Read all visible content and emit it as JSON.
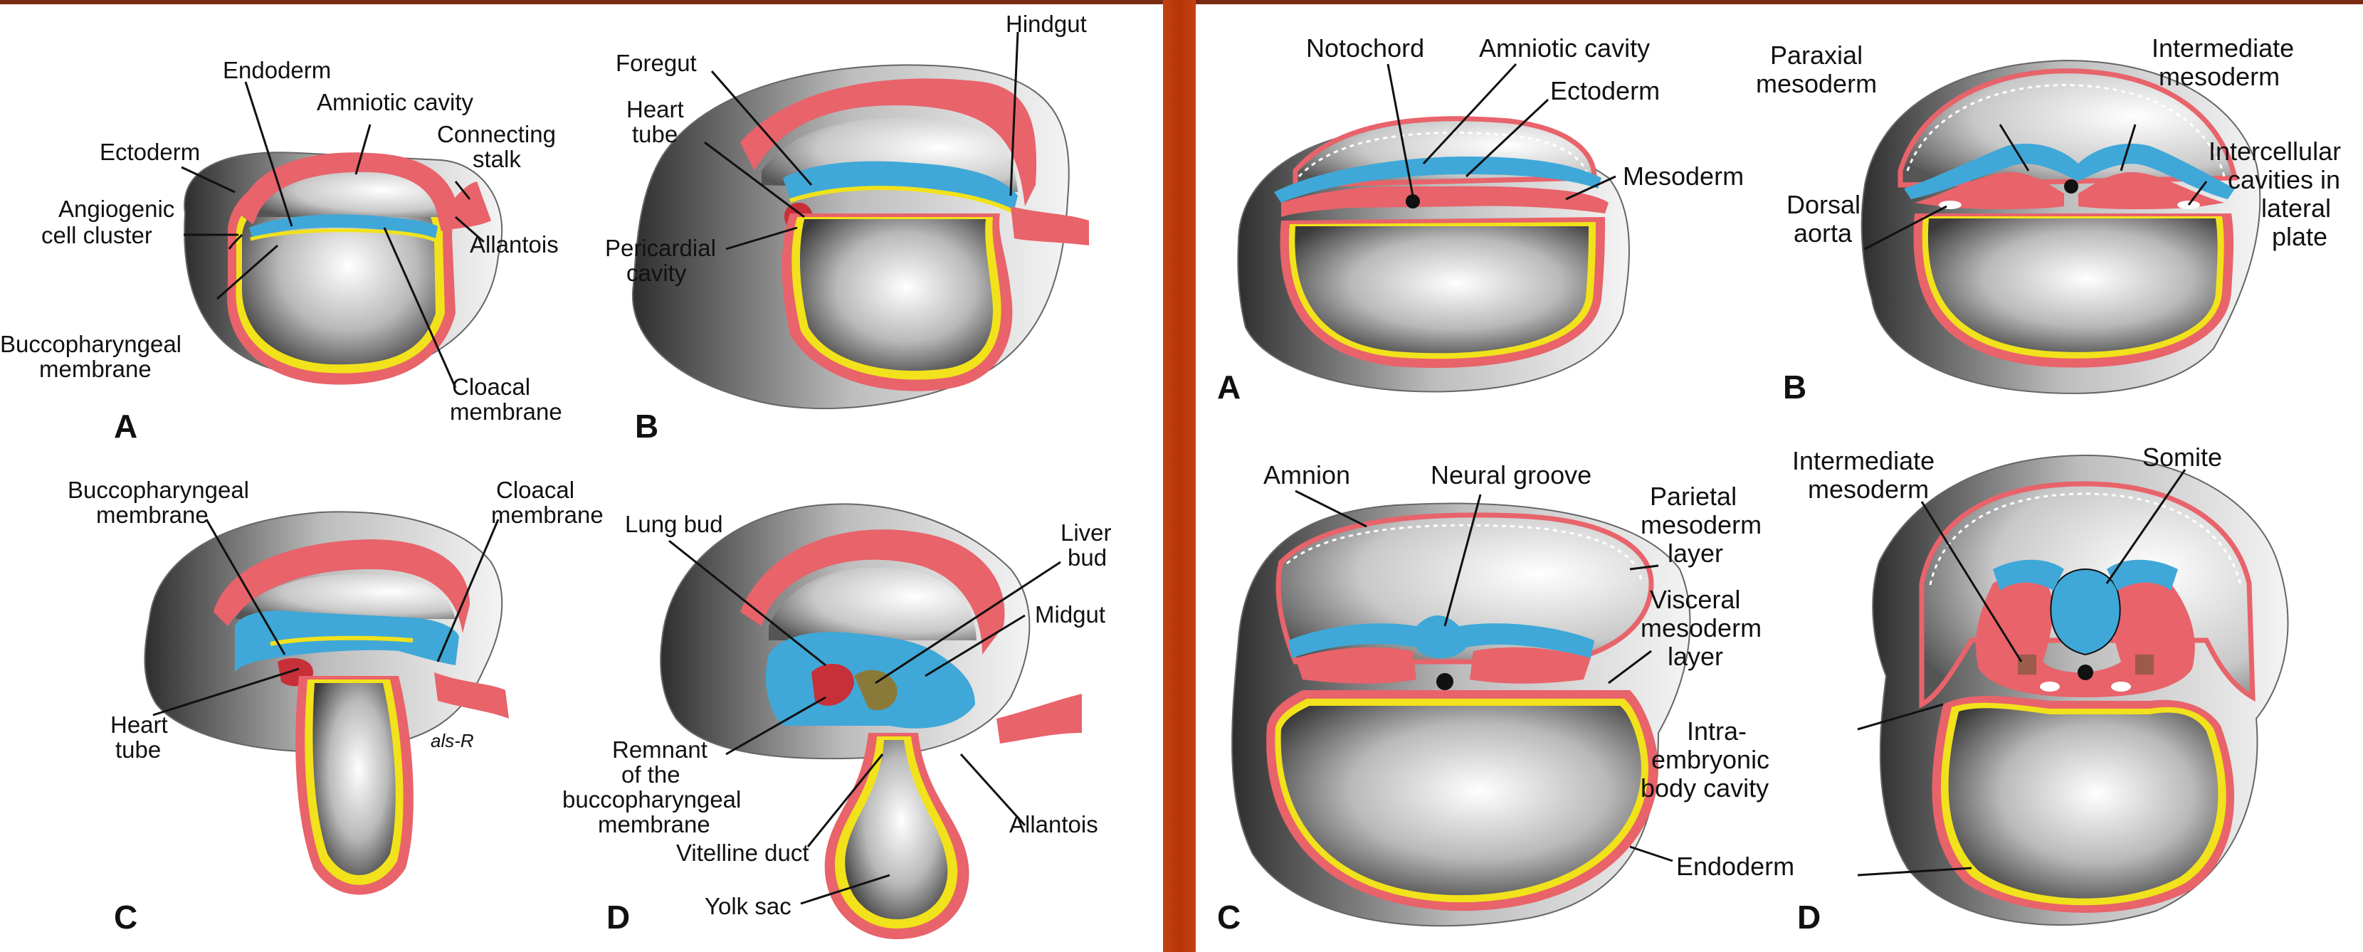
{
  "left": {
    "A": {
      "letter": "A",
      "endoderm": "Endoderm",
      "amniotic_cavity": "Amniotic cavity",
      "ectoderm": "Ectoderm",
      "connecting": "Connecting",
      "stalk": "stalk",
      "angiogenic": "Angiogenic",
      "cell_cluster": "cell cluster",
      "allantois": "Allantois",
      "buccopharyngeal": "Buccopharyngeal",
      "membrane": "membrane",
      "cloacal": "Cloacal",
      "cloacal_membrane": "membrane"
    },
    "B": {
      "letter": "B",
      "hindgut": "Hindgut",
      "foregut": "Foregut",
      "heart": "Heart",
      "tube": "tube",
      "pericardial": "Pericardial",
      "cavity": "cavity"
    },
    "C": {
      "letter": "C",
      "buccopharyngeal": "Buccopharyngeal",
      "membrane": "membrane",
      "cloacal": "Cloacal",
      "cloacal_membrane": "membrane",
      "heart": "Heart",
      "tube": "tube",
      "signature": "als-R"
    },
    "D": {
      "letter": "D",
      "lung_bud": "Lung bud",
      "liver": "Liver",
      "bud": "bud",
      "midgut": "Midgut",
      "remnant": "Remnant",
      "of_the": "of the",
      "buccopharyngeal": "buccopharyngeal",
      "membrane": "membrane",
      "allantois": "Allantois",
      "vitelline_duct": "Vitelline duct",
      "yolk_sac": "Yolk sac"
    }
  },
  "right": {
    "A": {
      "letter": "A",
      "notochord": "Notochord",
      "amniotic_cavity": "Amniotic cavity",
      "ectoderm": "Ectoderm",
      "mesoderm": "Mesoderm"
    },
    "B": {
      "letter": "B",
      "paraxial": "Paraxial",
      "mesoderm_p": "mesoderm",
      "intermediate": "Intermediate",
      "mesoderm_i": "mesoderm",
      "intercellular": "Intercellular",
      "cavities_in": "cavities in",
      "lateral": "lateral",
      "plate": "plate",
      "dorsal": "Dorsal",
      "aorta": "aorta"
    },
    "C": {
      "letter": "C",
      "amnion": "Amnion",
      "neural_groove": "Neural groove",
      "parietal": "Parietal",
      "mesoderm_par": "mesoderm",
      "layer_par": "layer",
      "visceral": "Visceral",
      "mesoderm_vis": "mesoderm",
      "layer_vis": "layer",
      "intra": "Intra-",
      "embryonic": "embryonic",
      "body_cavity": "body cavity",
      "endoderm": "Endoderm"
    },
    "D": {
      "letter": "D",
      "intermediate": "Intermediate",
      "mesoderm": "mesoderm",
      "somite": "Somite"
    }
  },
  "colors": {
    "ectoderm": "#3fa8d8",
    "mesoderm": "#e8636a",
    "endoderm": "#f1e21c",
    "divider": "#c5420f"
  }
}
